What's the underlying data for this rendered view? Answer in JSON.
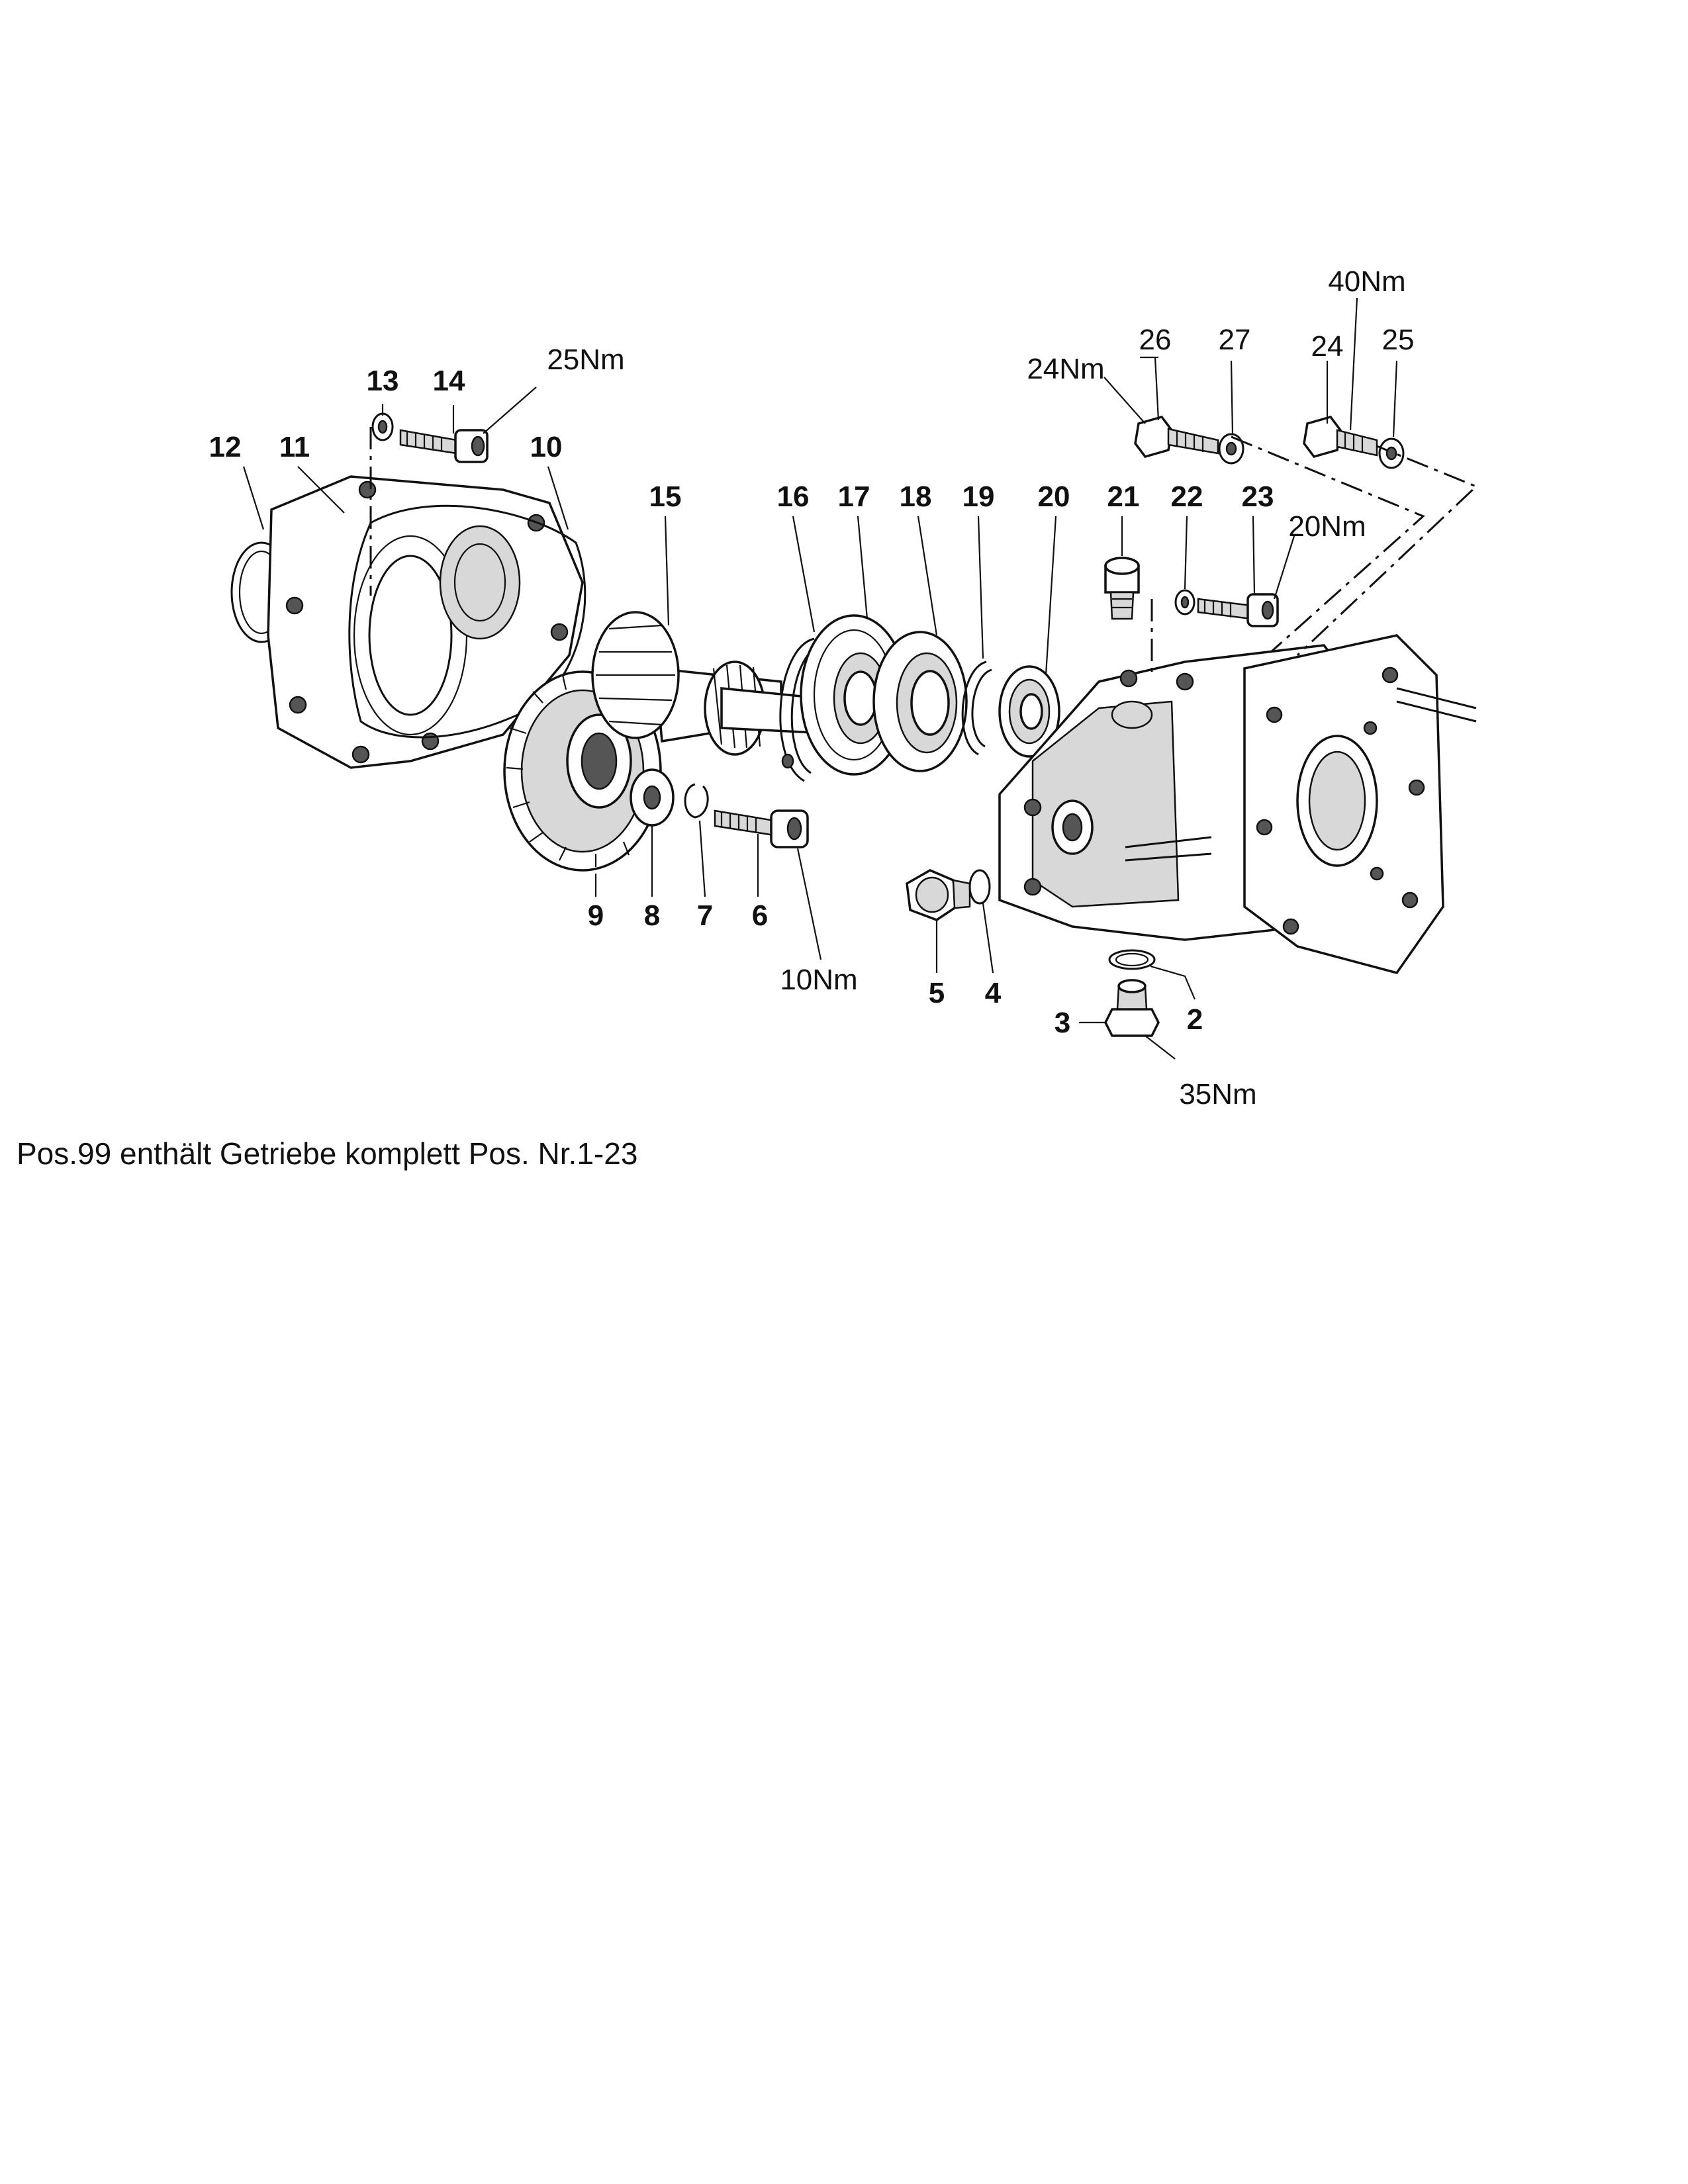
{
  "parts": {
    "p2": "2",
    "p3": "3",
    "p4": "4",
    "p5": "5",
    "p6": "6",
    "p7": "7",
    "p8": "8",
    "p9": "9",
    "p10": "10",
    "p11": "11",
    "p12": "12",
    "p13": "13",
    "p14": "14",
    "p15": "15",
    "p16": "16",
    "p17": "17",
    "p18": "18",
    "p19": "19",
    "p20": "20",
    "p21": "21",
    "p22": "22",
    "p23": "23",
    "p24": "24",
    "p25": "25",
    "p26": "26",
    "p27": "27"
  },
  "torques": {
    "t_top": "40Nm",
    "t_left_bolt": "24Nm",
    "t_cover_bolt": "25Nm",
    "t_side_bolt": "20Nm",
    "t_gear_bolt": "10Nm",
    "t_drain": "35Nm"
  },
  "footnote": "Pos.99 enthält Getriebe komplett Pos. Nr.1-23"
}
